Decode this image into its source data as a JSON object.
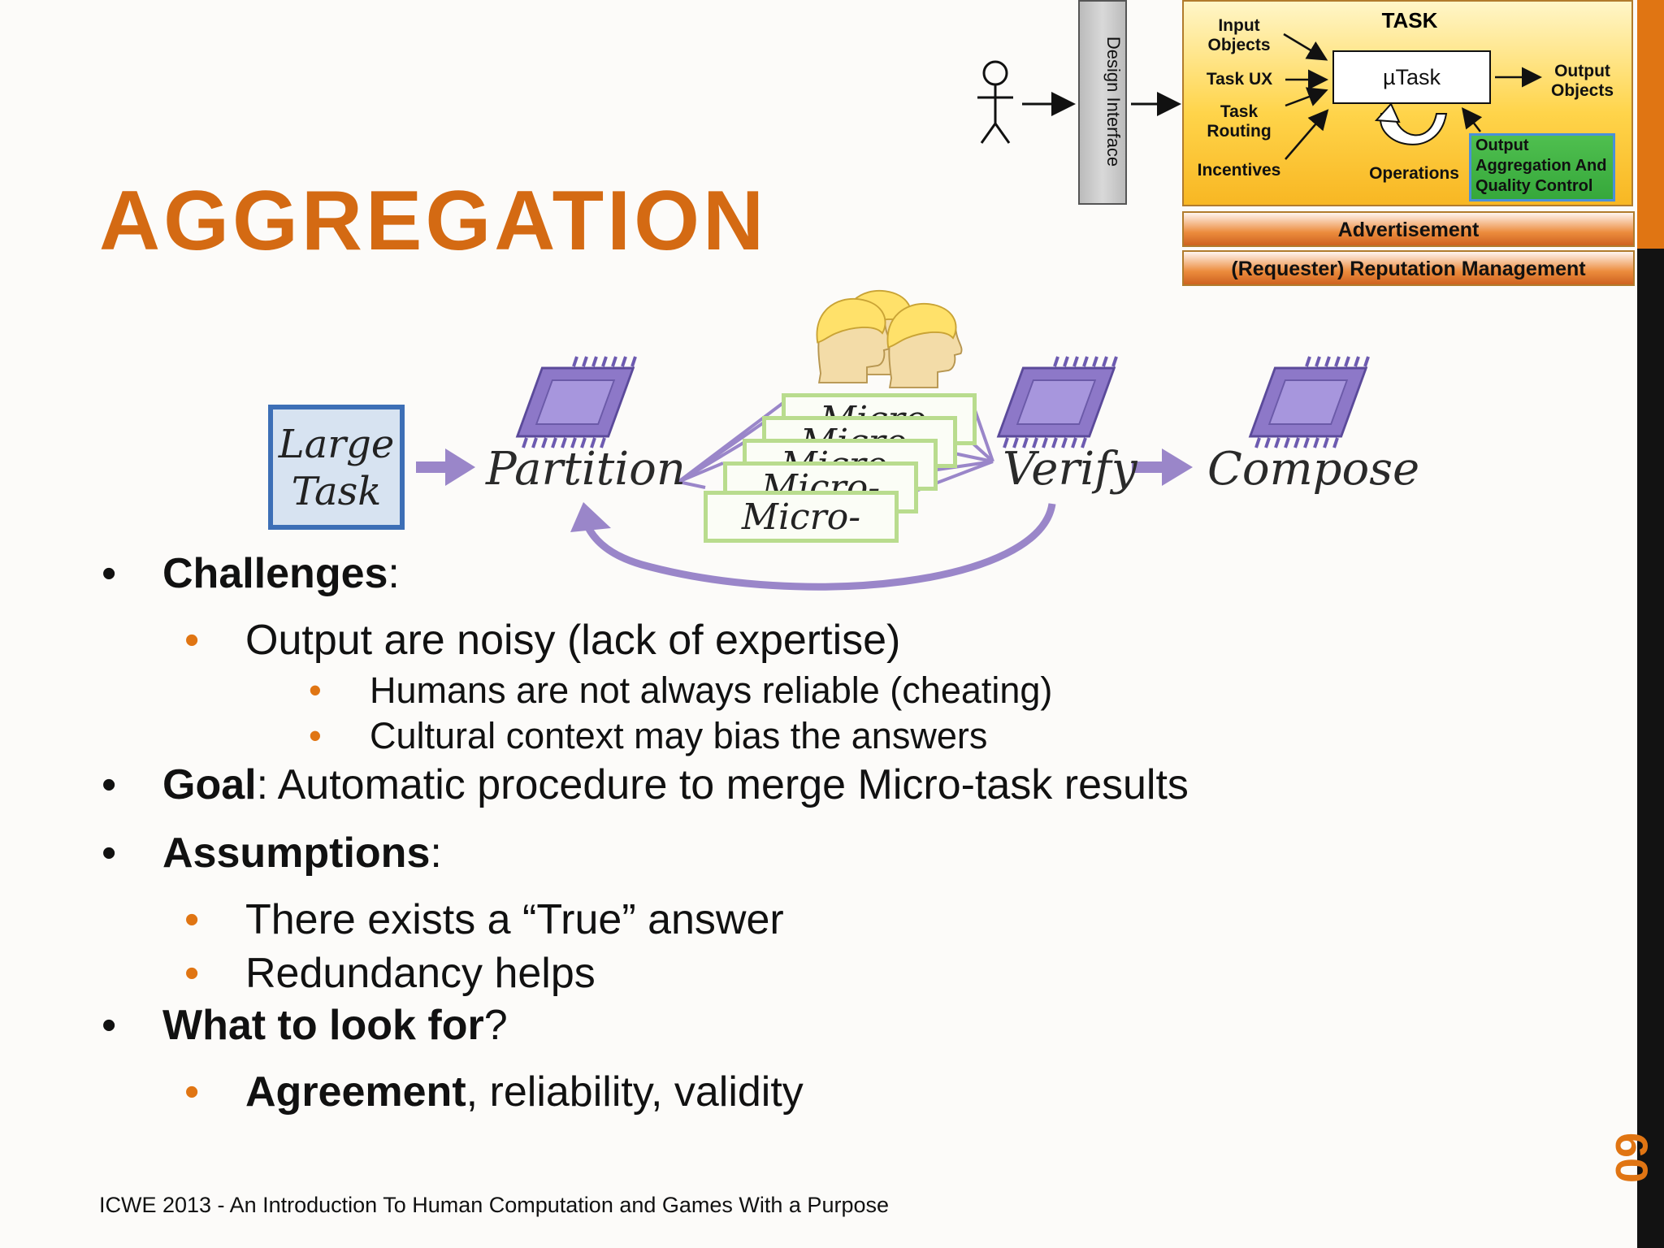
{
  "slide": {
    "title": "AGGREGATION",
    "footer": "ICWE 2013 - An Introduction To Human Computation and Games With a Purpose",
    "page_number": "60"
  },
  "bullets": [
    {
      "bold": "Challenges",
      "rest": ":"
    },
    {
      "text": "Output are noisy (lack of expertise)"
    },
    {
      "text": "Humans are not always reliable (cheating)"
    },
    {
      "text": "Cultural context may bias the answers"
    },
    {
      "bold": "Goal",
      "rest": ": Automatic procedure to merge Micro-task results"
    },
    {
      "bold": "Assumptions",
      "rest": ":"
    },
    {
      "text": "There exists a “True” answer"
    },
    {
      "text": "Redundancy helps"
    },
    {
      "bold": "What to look for",
      "rest": "?"
    },
    {
      "bold": "Agreement",
      "rest": ", reliability, validity"
    }
  ],
  "bullet_symbol": "•",
  "task_diagram": {
    "task_title": "TASK",
    "design_interface": "Design Interface",
    "input_objects": "Input Objects",
    "task_ux": "Task UX",
    "task_routing": "Task Routing",
    "incentives": "Incentives",
    "utask": "µTask",
    "output_objects": "Output Objects",
    "operations": "Operations",
    "quality": "Output Aggregation And Quality Control",
    "advertisement": "Advertisement",
    "reputation": "(Requester) Reputation Management"
  },
  "workflow": {
    "large_task": "Large Task",
    "partition": "Partition",
    "verify": "Verify",
    "compose": "Compose",
    "micro_tasks": [
      "Micro-task",
      "Micro-task",
      "Micro-task",
      "Micro-task",
      "Micro-task"
    ]
  },
  "colors": {
    "accent": "#e07513",
    "title": "#d46a13",
    "arrow_purple": "#9a86c9",
    "chip_purple": "#8d78c8",
    "micro_border": "#b9dc8e",
    "large_task_border": "#3d6fb6"
  }
}
